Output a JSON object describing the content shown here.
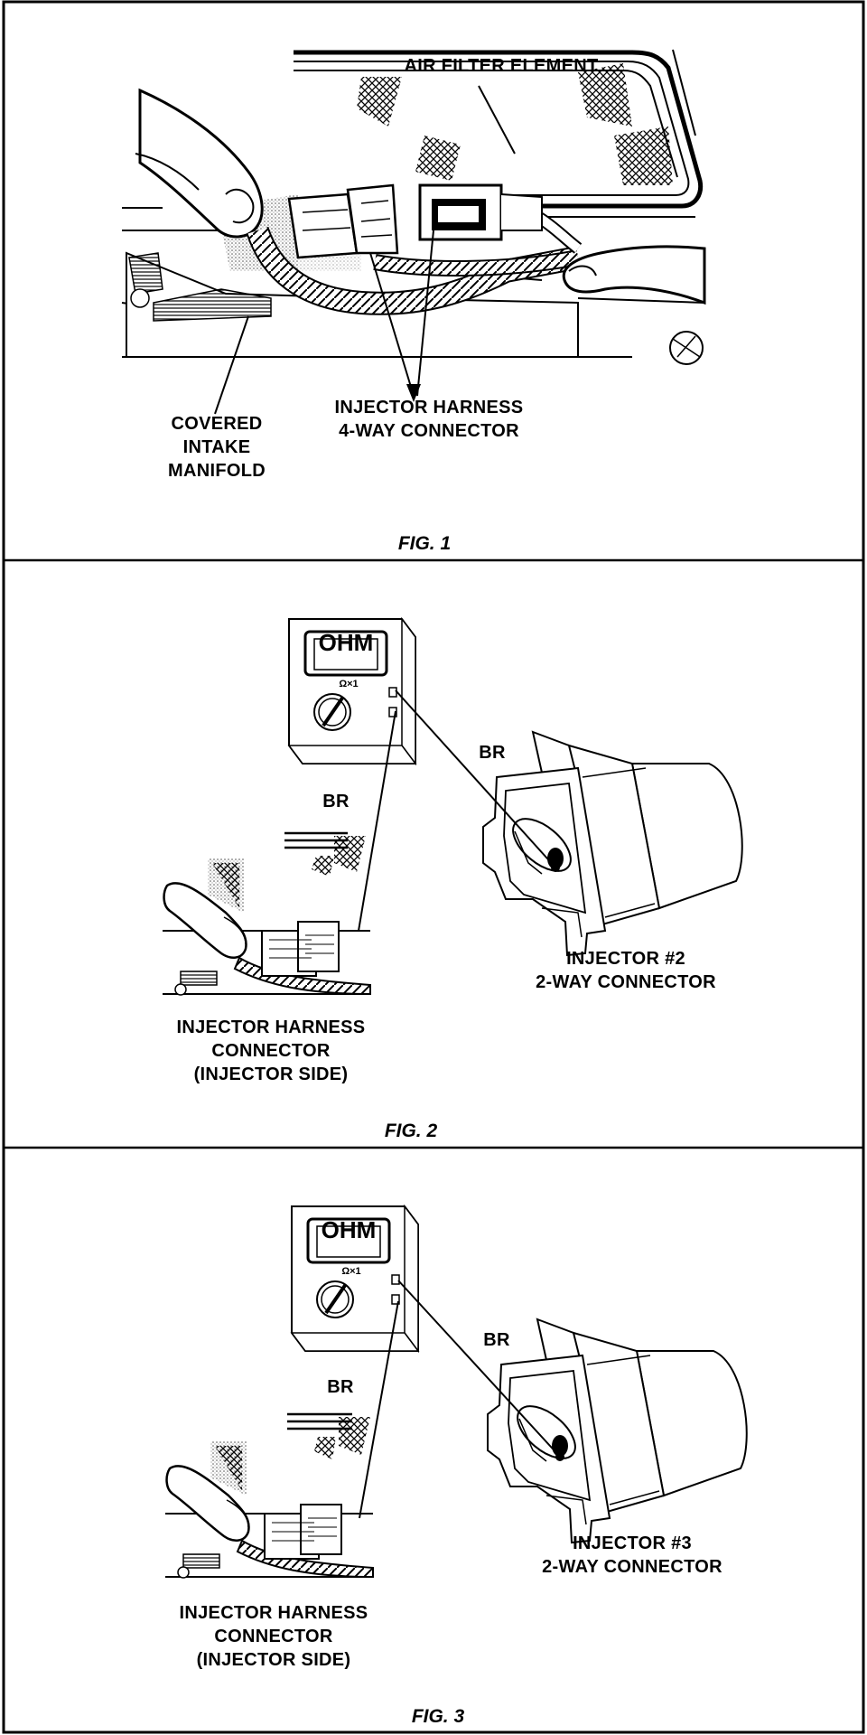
{
  "fig1": {
    "air_filter_label": "AIR FILTER ELEMENT",
    "intake_label": [
      "COVERED",
      "INTAKE",
      "MANIFOLD"
    ],
    "harness_label": [
      "INJECTOR HARNESS",
      "4-WAY CONNECTOR"
    ],
    "caption": "FIG. 1"
  },
  "fig2": {
    "meter_display": "OHM",
    "range_label": "Ω×1",
    "br_top": "BR",
    "br_left": "BR",
    "harness_label": [
      "INJECTOR HARNESS",
      "CONNECTOR",
      "(INJECTOR SIDE)"
    ],
    "injector_label": [
      "INJECTOR #2",
      "2-WAY CONNECTOR"
    ],
    "caption": "FIG. 2"
  },
  "fig3": {
    "meter_display": "OHM",
    "range_label": "Ω×1",
    "br_top": "BR",
    "br_left": "BR",
    "harness_label": [
      "INJECTOR HARNESS",
      "CONNECTOR",
      "(INJECTOR SIDE)"
    ],
    "injector_label": [
      "INJECTOR #3",
      "2-WAY CONNECTOR"
    ],
    "caption": "FIG. 3"
  }
}
